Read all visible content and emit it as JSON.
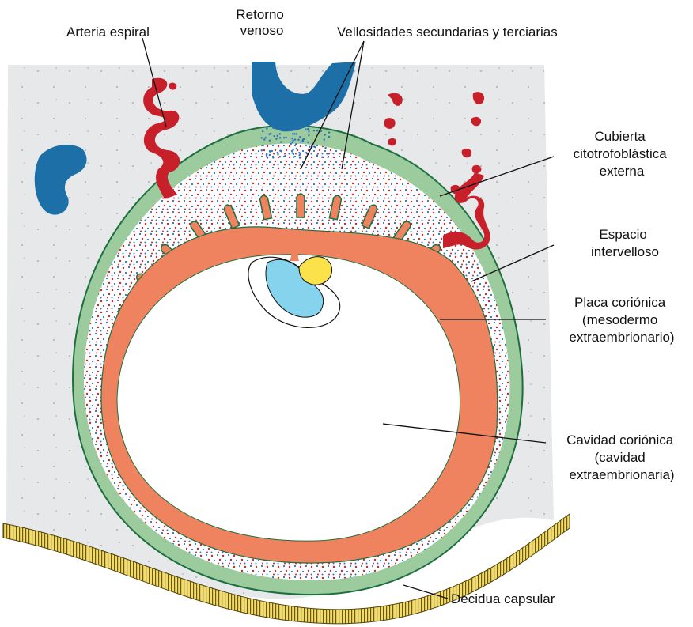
{
  "labels": {
    "arteria_espiral": "Arteria espiral",
    "retorno_venoso": [
      "Retorno",
      "venoso"
    ],
    "vellosidades": "Vellosidades secundarias y terciarias",
    "cubierta": [
      "Cubierta",
      "citotrofoblástica",
      "externa"
    ],
    "espacio": [
      "Espacio",
      "intervelloso"
    ],
    "placa": [
      "Placa coriónica",
      "(mesodermo",
      "extraembrionario)"
    ],
    "cavidad": [
      "Cavidad coriónica",
      "(cavidad",
      "extraembrionaria)"
    ],
    "decidua": "Decidua capsular"
  },
  "colors": {
    "background": "#e7e8ea",
    "trophoblast": "#9ccb9e",
    "trophoblast_edge": "#1d6f3f",
    "chorionic_plate": "#f0835f",
    "artery": "#c8202b",
    "vein": "#1d6fa8",
    "cavity": "#ffffff",
    "amnion": "#86d3ee",
    "yolk_sac": "#fbe24a",
    "decidua_border": "#e2c23b"
  }
}
